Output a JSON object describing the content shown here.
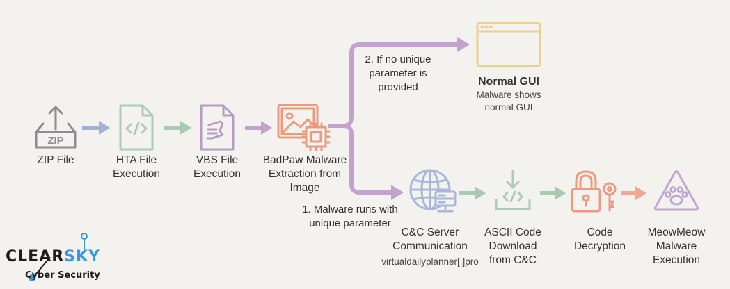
{
  "diagram": {
    "colors": {
      "background": "#f3f2ee",
      "zip": "#8c8c92",
      "arrow_blue": "#9fb3d6",
      "hta": "#a9cdb8",
      "arrow_green": "#a6cbb3",
      "vbs": "#b79bc6",
      "arrow_purple": "#c3a2cf",
      "badpaw": "#ec9a7e",
      "gui": "#efcf8e",
      "server": "#a8b8d8",
      "ascii": "#a9cdb8",
      "lock": "#ec9a7e",
      "arrow_orange": "#eba98f",
      "meow": "#c0a6d0",
      "logo_dark": "#1e1e1e",
      "logo_blue": "#3a9ad9"
    },
    "nodes": [
      {
        "id": "zip",
        "icon": "zip-box-icon",
        "lines": [
          "ZIP File"
        ]
      },
      {
        "id": "hta",
        "icon": "code-file-icon",
        "lines": [
          "HTA File",
          "Execution"
        ]
      },
      {
        "id": "vbs",
        "icon": "script-file-icon",
        "lines": [
          "VBS File",
          "Execution"
        ]
      },
      {
        "id": "badpaw",
        "icon": "image-chip-icon",
        "lines": [
          "BadPaw Malware",
          "Extraction from",
          "Image"
        ]
      },
      {
        "id": "gui",
        "icon": "browser-window-icon",
        "title": "Normal GUI",
        "lines": [
          "Malware shows",
          "normal GUI"
        ]
      },
      {
        "id": "cnc",
        "icon": "globe-server-icon",
        "lines": [
          "C&C Server",
          "Communication"
        ],
        "detail": "virtualdailyplanner[.]pro"
      },
      {
        "id": "ascii",
        "icon": "download-code-icon",
        "lines": [
          "ASCII Code",
          "Download",
          "from C&C"
        ]
      },
      {
        "id": "decrypt",
        "icon": "lock-key-icon",
        "lines": [
          "Code",
          "Decryption"
        ]
      },
      {
        "id": "meow",
        "icon": "paw-warning-icon",
        "lines": [
          "MeowMeow",
          "Malware",
          "Execution"
        ]
      }
    ],
    "branches": {
      "upper": [
        "2. If no unique",
        "parameter is",
        "provided"
      ],
      "lower": [
        "1. Malware runs with",
        "unique parameter"
      ]
    }
  },
  "logo": {
    "name_dark": "CLEAR",
    "name_blue": "SKY",
    "tagline": "Cyber Security"
  }
}
